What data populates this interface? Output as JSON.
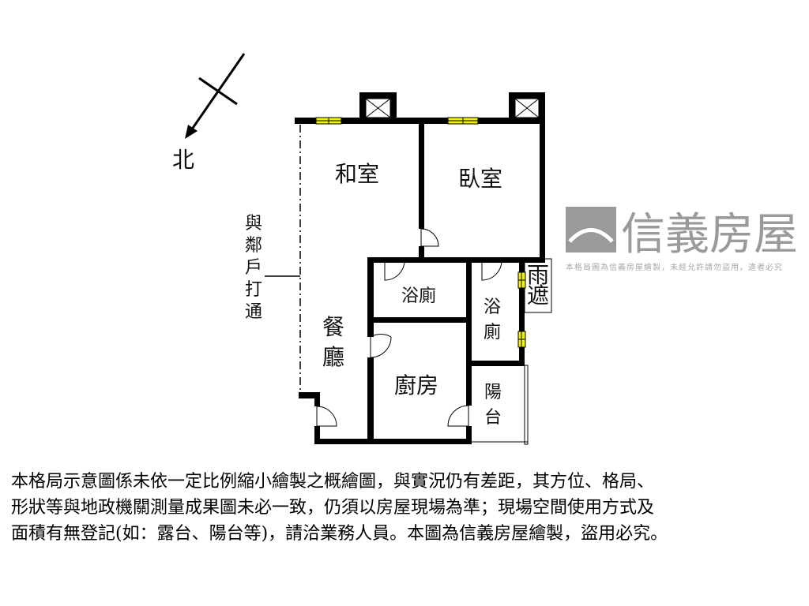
{
  "compass": {
    "north_label": "北"
  },
  "rooms": {
    "japanese_room": "和室",
    "bedroom": "臥室",
    "bathroom_1": "浴廁",
    "bathroom_2_top": "浴",
    "bathroom_2_bottom": "廁",
    "rain_cover_top": "雨",
    "rain_cover_bottom": "遮",
    "dining_top": "餐",
    "dining_bottom": "廳",
    "kitchen": "廚房",
    "balcony_top": "陽",
    "balcony_bottom": "台"
  },
  "side_note": [
    "與",
    "鄰",
    "戶",
    "打",
    "通"
  ],
  "watermark": {
    "brand": "信義房屋",
    "notice": "本格局圖為信義房屋繪製，未經允許請勿盜用，違者必究"
  },
  "colors": {
    "wall": "#000000",
    "window": "#f2f200",
    "watermark": "#9a9a9a"
  },
  "disclaimer": [
    "本格局示意圖係未依一定比例縮小繪製之概繪圖，與實況仍有差距，其方位、格局、",
    "形狀等與地政機關測量成果圖未必一致，仍須以房屋現場為準；現場空間使用方式及",
    "面積有無登記(如：露台、陽台等)，請洽業務人員。本圖為信義房屋繪製，盜用必究。"
  ]
}
